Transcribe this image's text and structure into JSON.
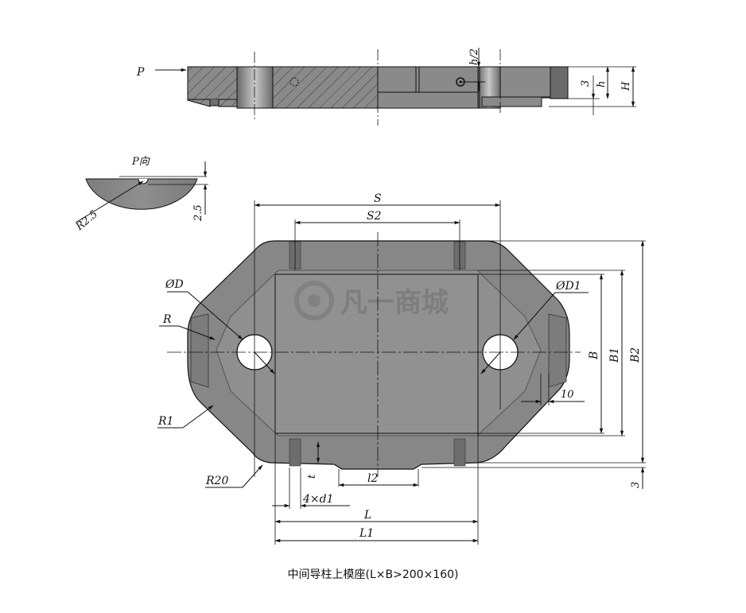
{
  "caption": "中间导柱上模座(L×B>200×160)",
  "watermark": "凡一商城",
  "colors": {
    "part_fill": "#808080",
    "part_dark": "#5f5f5f",
    "line": "#111111",
    "hatch": "#3a3a3a"
  },
  "labels": {
    "p_arrow": "P",
    "h_half": "h/2",
    "three_top": "3",
    "h": "h",
    "H": "H",
    "p_view": "P向",
    "r25": "R2.5",
    "d25": "2.5",
    "S": "S",
    "S2": "S2",
    "phiD": "ØD",
    "phiD1": "ØD1",
    "R": "R",
    "R1": "R1",
    "R20": "R20",
    "B": "B",
    "B1": "B1",
    "B2": "B2",
    "ten": "10",
    "three_bottom": "3",
    "t": "t",
    "l2": "l2",
    "four_d1": "4×d1",
    "L": "L",
    "L1": "L1"
  }
}
